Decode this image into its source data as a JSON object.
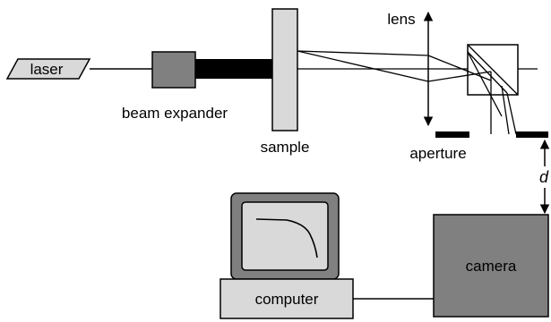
{
  "labels": {
    "laser": "laser",
    "beam_expander": "beam expander",
    "sample": "sample",
    "lens": "lens",
    "aperture": "aperture",
    "distance": "d",
    "camera": "camera",
    "computer": "computer"
  },
  "colors": {
    "component_fill": "#808080",
    "light_fill": "#d9d9d9",
    "stroke": "#000000",
    "background": "#ffffff"
  }
}
